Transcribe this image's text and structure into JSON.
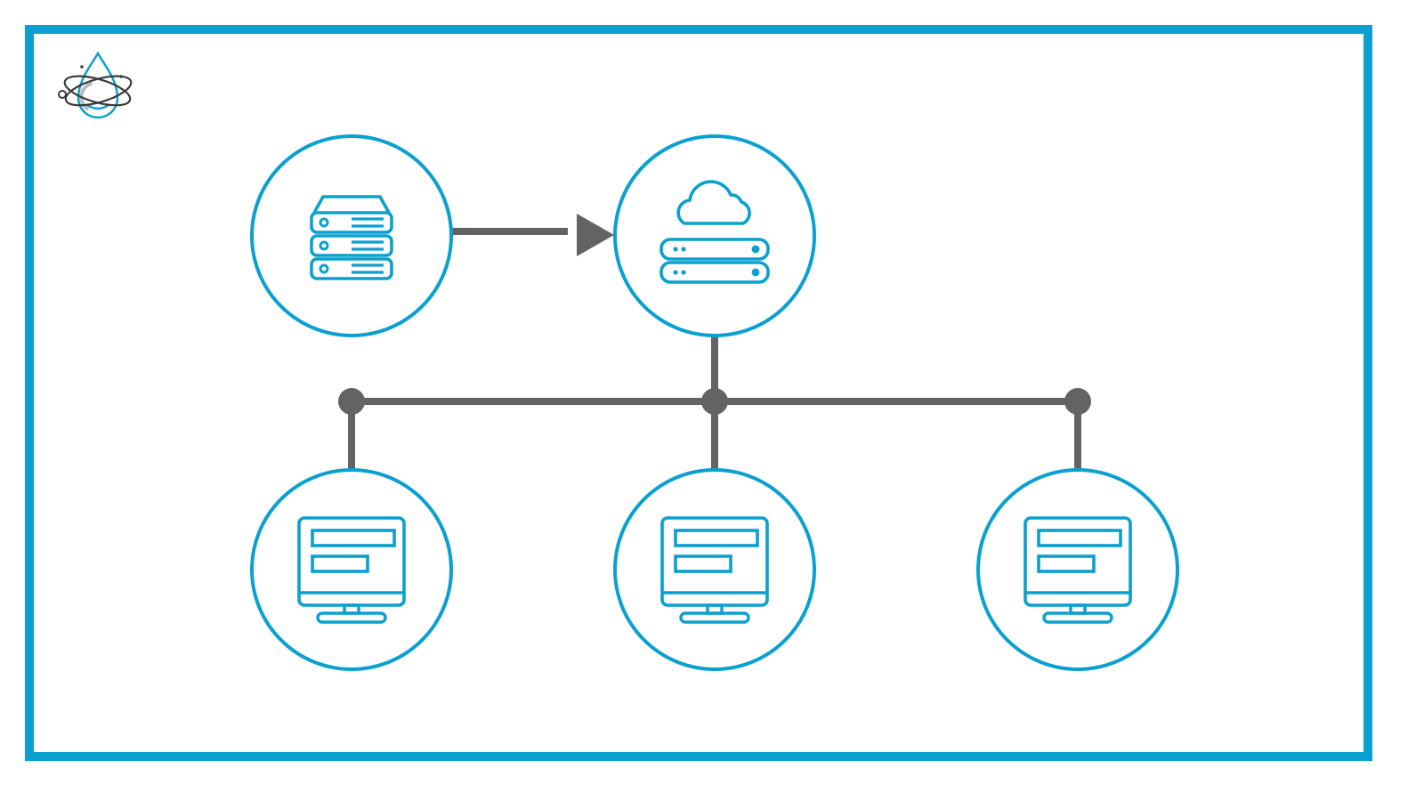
{
  "colors": {
    "accent": "#0aa0cf",
    "connector": "#636363",
    "logo_dark": "#3a3a3a",
    "background": "#ffffff"
  },
  "frame": {
    "border_color": "#0aa0cf"
  },
  "logo": {
    "icon": "water-drop-atom-logo"
  },
  "nodes": [
    {
      "id": "source-server",
      "icon": "server-stack-icon"
    },
    {
      "id": "cloud-server",
      "icon": "cloud-server-icon"
    },
    {
      "id": "client-1",
      "icon": "desktop-monitor-icon"
    },
    {
      "id": "client-2",
      "icon": "desktop-monitor-icon"
    },
    {
      "id": "client-3",
      "icon": "desktop-monitor-icon"
    }
  ],
  "edges": [
    {
      "from": "source-server",
      "to": "cloud-server",
      "type": "arrow"
    },
    {
      "from": "cloud-server",
      "to": "client-1",
      "type": "bus"
    },
    {
      "from": "cloud-server",
      "to": "client-2",
      "type": "bus"
    },
    {
      "from": "cloud-server",
      "to": "client-3",
      "type": "bus"
    }
  ]
}
